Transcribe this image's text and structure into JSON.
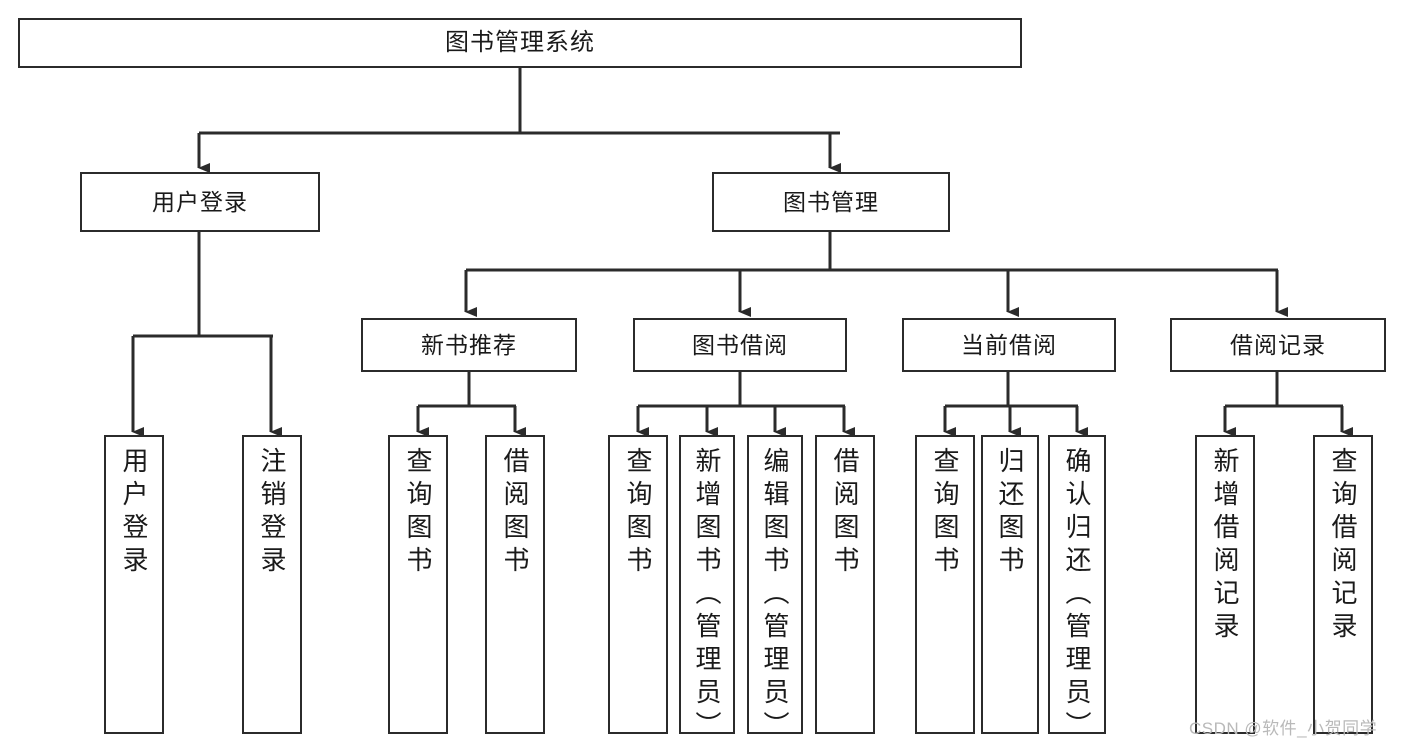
{
  "diagram": {
    "type": "tree-hierarchy",
    "title": "图书管理系统",
    "orientation": "top-down",
    "colors": {
      "box_border": "#2b2b2b",
      "box_fill": "#ffffff",
      "edge": "#2b2b2b",
      "text": "#1a1a1a",
      "watermark": "#b9b9b9",
      "background": "#ffffff"
    },
    "root": {
      "label": "图书管理系统"
    },
    "level2": [
      {
        "label": "用户登录"
      },
      {
        "label": "图书管理"
      }
    ],
    "level3": [
      {
        "label": "新书推荐"
      },
      {
        "label": "图书借阅"
      },
      {
        "label": "当前借阅"
      },
      {
        "label": "借阅记录"
      }
    ],
    "leaves": {
      "user_login": [
        {
          "label": "用户登录"
        },
        {
          "label": "注销登录"
        }
      ],
      "new_book_recommend": [
        {
          "label": "查询图书"
        },
        {
          "label": "借阅图书"
        }
      ],
      "book_borrow": [
        {
          "label": "查询图书"
        },
        {
          "label": "新增图书（管理员）"
        },
        {
          "label": "编辑图书（管理员）"
        },
        {
          "label": "借阅图书"
        }
      ],
      "current_borrow": [
        {
          "label": "查询图书"
        },
        {
          "label": "归还图书"
        },
        {
          "label": "确认归还（管理员）"
        }
      ],
      "borrow_records": [
        {
          "label": "新增借阅记录"
        },
        {
          "label": "查询借阅记录"
        }
      ]
    }
  },
  "watermark": {
    "text": "CSDN @软件_小贺同学"
  }
}
